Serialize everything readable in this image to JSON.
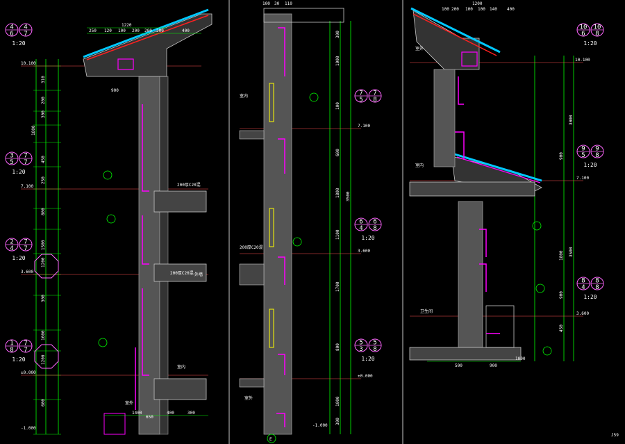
{
  "colors": {
    "background": "#000000",
    "dimension": "#00ff00",
    "wall": "#9a9a9a",
    "hatch": "#c8c8c8",
    "waterproof": "#ff00ff",
    "roof_tile": "#00c8ff",
    "roof_red": "#ff2020",
    "text": "#ffffff",
    "level_line": "#ff5050",
    "callout": "#ff66ff",
    "yellow": "#ffff00"
  },
  "left_panel": {
    "callouts": [
      {
        "top": "4",
        "right": "4",
        "bottom_left": "6",
        "bottom_right": "7",
        "scale": "1:20"
      },
      {
        "top": "3",
        "right": "7",
        "bottom_left": "5",
        "bottom_right": "7",
        "scale": "1:20"
      },
      {
        "top": "2",
        "right": "7",
        "bottom_left": "4",
        "bottom_right": "7",
        "scale": "1:20"
      },
      {
        "top": "1",
        "right": "7",
        "bottom_left": "8",
        "bottom_right": "7",
        "scale": "1:20"
      }
    ],
    "levels": [
      "10.100",
      "7.100",
      "3.600",
      "±0.000",
      "-1.000"
    ],
    "vertical_dims": [
      "310",
      "200",
      "300",
      "1800",
      "450",
      "250",
      "800",
      "1500",
      "1200",
      "300",
      "1600",
      "1200",
      "600"
    ],
    "top_dims": [
      "1220",
      "250",
      "120",
      "100",
      "200",
      "200",
      "200",
      "400"
    ],
    "bottom_dims": [
      "1400",
      "400",
      "300"
    ],
    "notes": [
      "200厚C20混",
      "200厚C20混",
      "外墙",
      "室内",
      "室外",
      "900",
      "650"
    ]
  },
  "middle_panel": {
    "top_dims": [
      "100",
      "30",
      "110"
    ],
    "callouts": [
      {
        "top": "7",
        "right": "7",
        "bottom_left": "5",
        "bottom_right": "8"
      },
      {
        "top": "6",
        "right": "6",
        "bottom_left": "4",
        "bottom_right": "8",
        "scale": "1:20"
      },
      {
        "top": "5",
        "right": "5",
        "bottom_left": "3",
        "bottom_right": "8",
        "scale": "1:20"
      }
    ],
    "levels": [
      "7.100",
      "3.600",
      "±0.000",
      "-1.000"
    ],
    "vertical_dims": [
      "300",
      "1000",
      "100",
      "600",
      "1800",
      "3500",
      "1100",
      "1700",
      "800",
      "1000",
      "300"
    ],
    "bottom_marker": "E",
    "notes": [
      "200厚C20混",
      "室内",
      "室外"
    ]
  },
  "right_panel": {
    "top_dims": [
      "1200",
      "100",
      "200",
      "100",
      "100",
      "140",
      "400"
    ],
    "callouts": [
      {
        "top": "10",
        "right": "10",
        "bottom_left": "6",
        "bottom_right": "8",
        "scale": "1:20"
      },
      {
        "top": "9",
        "right": "9",
        "bottom_left": "5",
        "bottom_right": "8",
        "scale": "1:20"
      },
      {
        "top": "8",
        "right": "8",
        "bottom_left": "4",
        "bottom_right": "8",
        "scale": "1:20"
      }
    ],
    "levels": [
      "10.100",
      "7.100",
      "3.600"
    ],
    "vertical_dims": [
      "3000",
      "900",
      "1800",
      "3500",
      "900",
      "450"
    ],
    "bottom_dims": [
      "500",
      "900",
      "1000"
    ],
    "notes": [
      "室内",
      "室外",
      "卫生间"
    ]
  },
  "sheet_number": "J59"
}
